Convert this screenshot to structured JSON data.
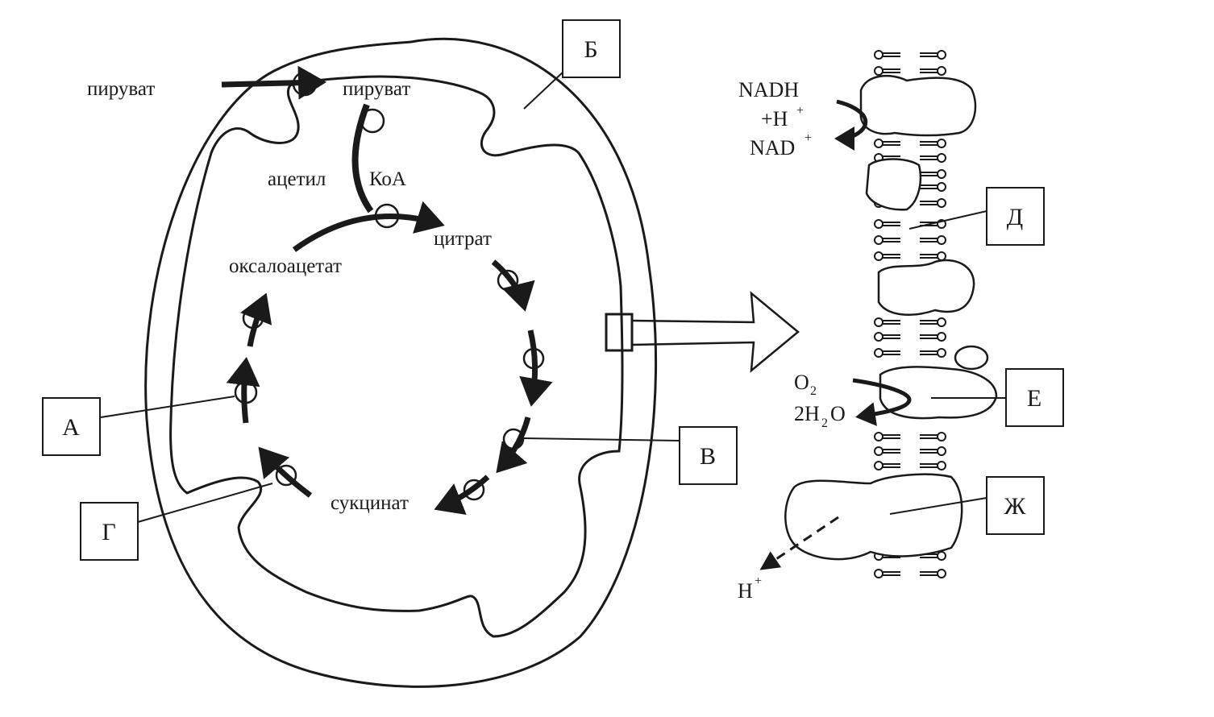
{
  "metabolites": {
    "pyruvate_outside": "пируват",
    "pyruvate_inside": "пируват",
    "acetyl": "ацетил",
    "coa": "КоА",
    "citrate": "цитрат",
    "oxaloacetate": "оксалоацетат",
    "succinate": "сукцинат"
  },
  "callouts": {
    "a": "А",
    "b": "Б",
    "v": "В",
    "g": "Г",
    "d": "Д",
    "e": "Е",
    "zh": "Ж"
  },
  "chem": {
    "nadh": "NADH",
    "h_plus_top": "+H",
    "plus_sign": "+",
    "nad": "NAD",
    "o2_o": "O",
    "o2_2": "2",
    "water_2h": "2H",
    "water_2": "2",
    "water_o": "O",
    "proton_h": "H"
  },
  "colors": {
    "ink": "#1a1a1a",
    "background": "#ffffff"
  }
}
